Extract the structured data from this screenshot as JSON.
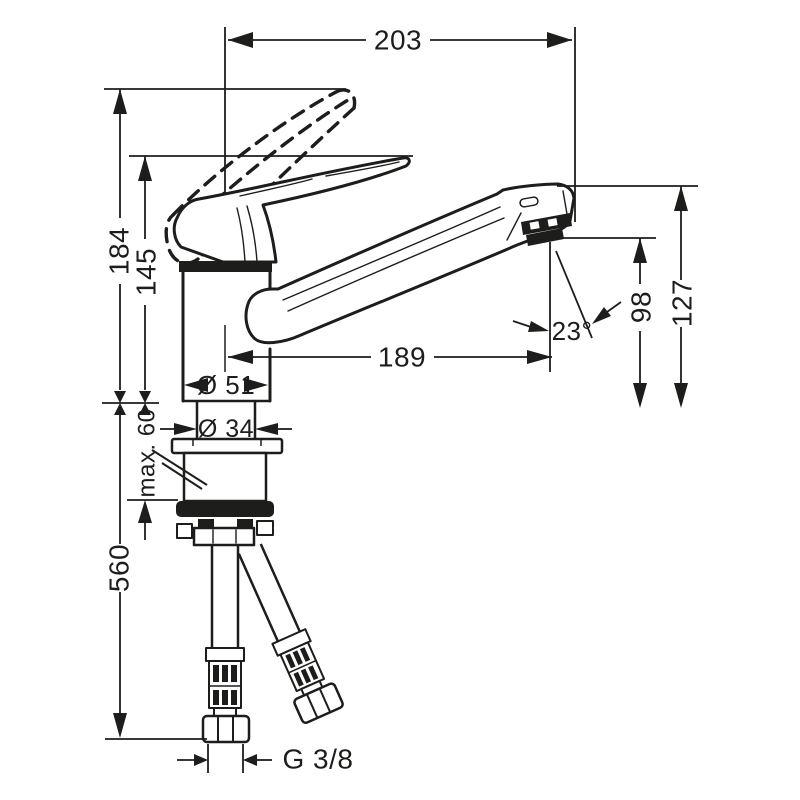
{
  "page": {
    "background": "#ffffff"
  },
  "drawing": {
    "type": "technical-dimension-drawing",
    "subject": "single-lever kitchen mixer tap, side elevation with installation dimensions",
    "ink": "#1d1d1b",
    "dimensions": {
      "overall_width": "203",
      "total_height": "184",
      "handle_height": "145",
      "spout_reach": "189",
      "base_diameter": "Ø 51",
      "shank_diameter": "Ø 34",
      "max_mounting_thickness": "max. 60",
      "hose_clearance": "560",
      "outlet_height": "98",
      "spout_height": "127",
      "outlet_angle": "23°",
      "supply_connection": "G 3/8"
    }
  }
}
